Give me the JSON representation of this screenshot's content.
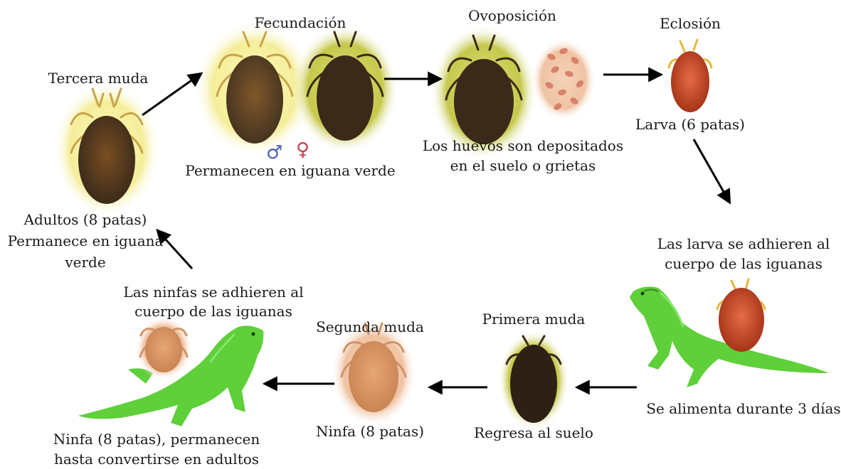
{
  "stages": {
    "fecundacion": {
      "title": "Fecundación",
      "caption": "Permanecen en iguana verde",
      "male_symbol": "♂",
      "female_symbol": "♀"
    },
    "ovoposicion": {
      "title": "Ovoposición",
      "caption_line1": "Los huevos son depositados",
      "caption_line2": "en el suelo o grietas"
    },
    "eclosion": {
      "title": "Eclosión",
      "caption": "Larva (6 patas)"
    },
    "larva_adhesion": {
      "caption_line1": "Las larva  se adhieren al",
      "caption_line2": "cuerpo de las iguanas",
      "bottom": "Se alimenta durante 3 días"
    },
    "primera_muda": {
      "title": "Primera muda",
      "caption": "Regresa al suelo"
    },
    "segunda_muda": {
      "title": "Segunda muda",
      "caption": "Ninfa (8 patas)"
    },
    "ninfa_adhesion": {
      "caption_line1": "Las ninfas se adhieren al",
      "caption_line2": "cuerpo de las iguanas",
      "bottom_line1": "Ninfa (8 patas), permanecen",
      "bottom_line2": "hasta convertirse en adultos"
    },
    "tercera_muda": {
      "title": "Tercera muda",
      "caption_line1": "Adultos (8 patas)",
      "caption_line2": "Permanece en iguana",
      "caption_line3": "verde"
    }
  },
  "colors": {
    "male": "#4a5fb5",
    "female": "#c2414f",
    "iguana": "#5fcf3a",
    "tick_dark": "#3b2a1a",
    "tick_brown": "#7a4e22",
    "nymph": "#e0a070",
    "larva": "#c84a28",
    "halo_yellow": "#f4ee9a",
    "halo_green": "#c5c84a"
  }
}
